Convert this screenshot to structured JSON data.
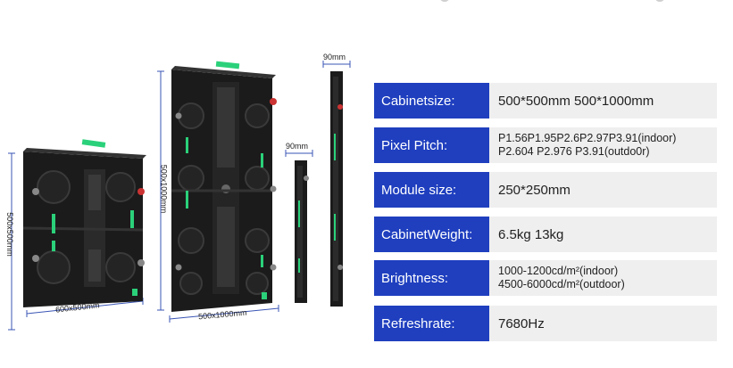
{
  "figure": {
    "label_small_height": "500x500mm",
    "label_small_width": "600x500mm",
    "label_tall_height": "500x1000mm",
    "label_tall_width": "500x1000mm",
    "label_depth_top": "90mm",
    "label_depth_mid": "90mm"
  },
  "specs": [
    {
      "label": "Cabinetsize:",
      "lines": [
        "500*500mm  500*1000mm"
      ]
    },
    {
      "label": "Pixel Pitch:",
      "lines": [
        "P1.56P1.95P2.6P2.97P3.91(indoor)",
        "P2.604 P2.976 P3.91(outdo0r)"
      ]
    },
    {
      "label": "Module size:",
      "lines": [
        "250*250mm"
      ]
    },
    {
      "label": "CabinetWeight:",
      "lines": [
        "6.5kg 13kg"
      ]
    },
    {
      "label": "Brightness:",
      "lines": [
        "1000-1200cd/m²(indoor)",
        "4500-6000cd/m²(outdoor)"
      ]
    },
    {
      "label": "Refreshrate:",
      "lines": [
        "7680Hz"
      ]
    }
  ],
  "colors": {
    "label_bg": "#1f3fbf",
    "value_bg": "#efefef",
    "dimension_line": "#3a55b5",
    "handle_green": "#2bd17a"
  }
}
